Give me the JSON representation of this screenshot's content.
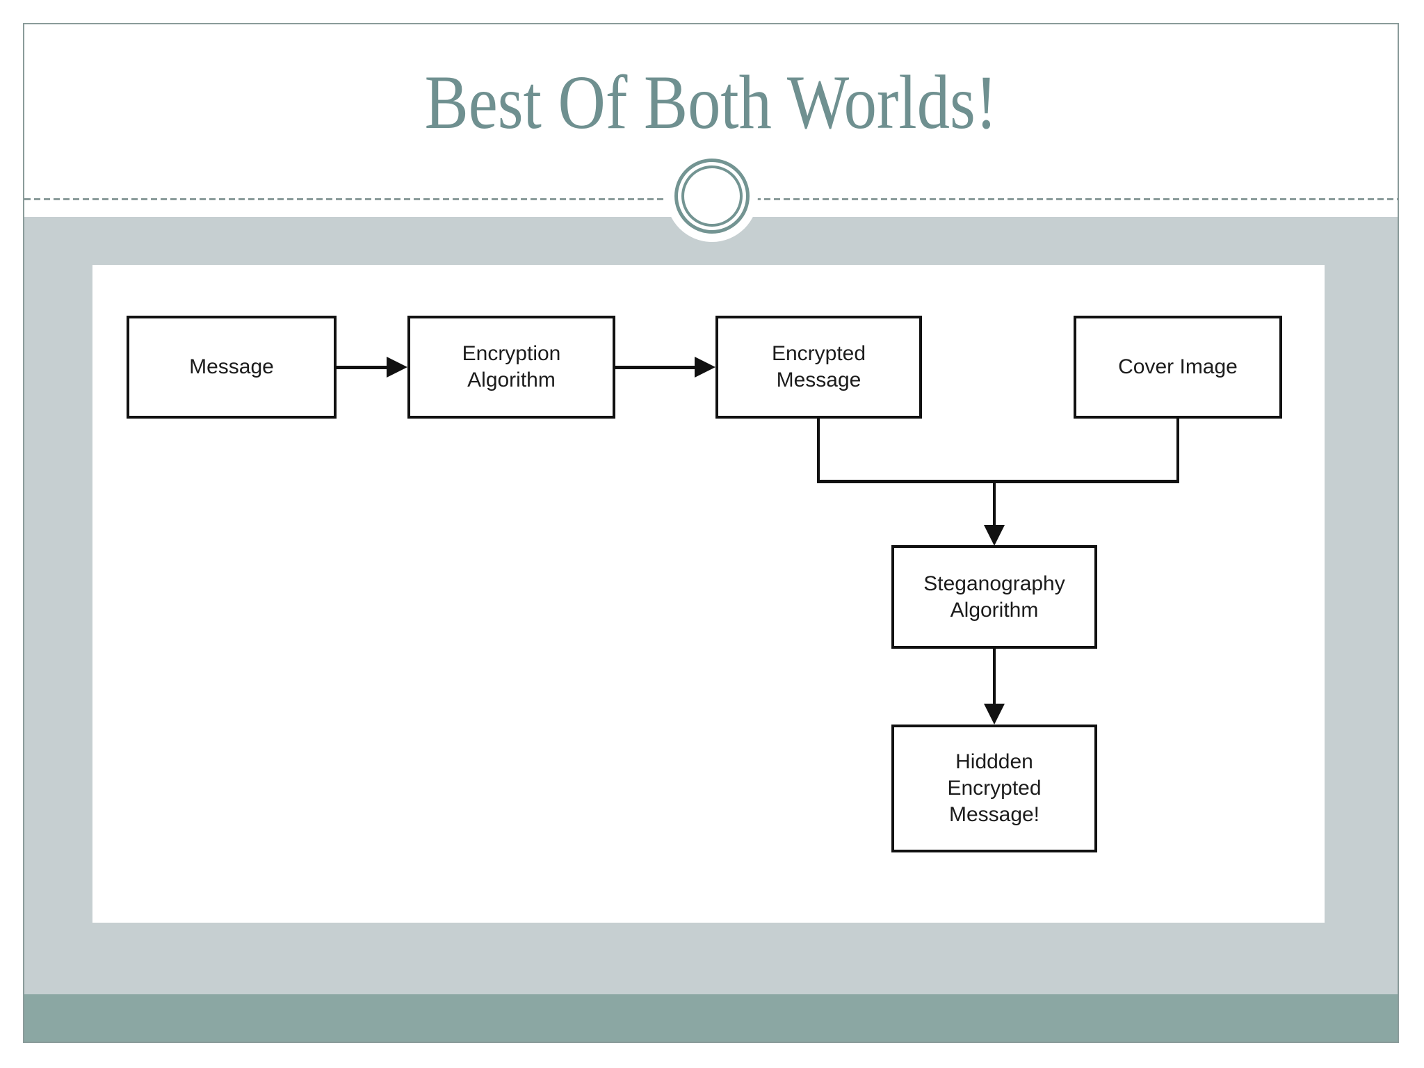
{
  "slide": {
    "title": "Best Of Both Worlds!"
  },
  "theme": {
    "title_color": "#6f9090",
    "frame_color": "#8a9b9a",
    "divider_color": "#8a9b9a",
    "band_color": "#c6cfd1",
    "footer_color": "#8ba7a3",
    "ornament_ring_color": "#739492",
    "panel_color": "#ffffff",
    "node_border_color": "#111111",
    "node_fill_color": "#ffffff",
    "node_text_color": "#1c1c1c"
  },
  "diagram": {
    "type": "flowchart",
    "nodes": [
      {
        "id": "message",
        "label": "Message"
      },
      {
        "id": "encryption-algorithm",
        "label": "Encryption\nAlgorithm"
      },
      {
        "id": "encrypted-message",
        "label": "Encrypted\nMessage"
      },
      {
        "id": "cover-image",
        "label": "Cover Image"
      },
      {
        "id": "steganography-algorithm",
        "label": "Steganography\nAlgorithm"
      },
      {
        "id": "hidden-encrypted-message",
        "label": "Hiddden\nEncrypted\nMessage!"
      }
    ],
    "edges": [
      {
        "from": "message",
        "to": "encryption-algorithm"
      },
      {
        "from": "encryption-algorithm",
        "to": "encrypted-message"
      },
      {
        "from": "encrypted-message",
        "to": "steganography-algorithm"
      },
      {
        "from": "cover-image",
        "to": "steganography-algorithm"
      },
      {
        "from": "steganography-algorithm",
        "to": "hidden-encrypted-message"
      }
    ]
  }
}
